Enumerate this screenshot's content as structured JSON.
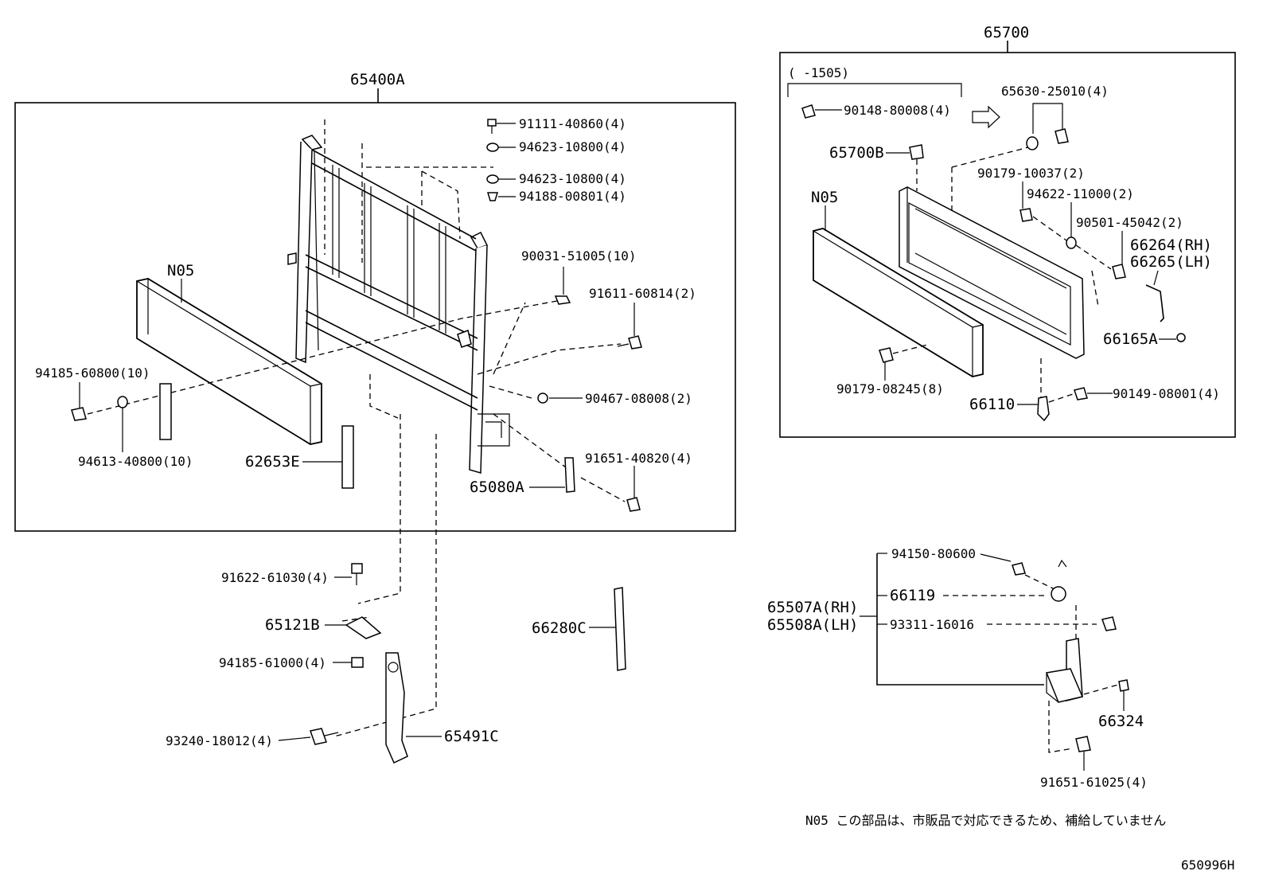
{
  "assemblies": {
    "frame": "65400A",
    "gate": "65700"
  },
  "frame_labels": {
    "p1": "91111-40860(4)",
    "p2": "94623-10800(4)",
    "p3": "94623-10800(4)",
    "p4": "94188-00801(4)",
    "p5": "90031-51005(10)",
    "p6": "91611-60814(2)",
    "n05": "N05",
    "p7": "94185-60800(10)",
    "p8": "94613-40800(10)",
    "p9": "62653E",
    "p10": "90467-08008(2)",
    "p11": "91651-40820(4)",
    "p12": "65080A"
  },
  "lower_labels": {
    "p1": "91622-61030(4)",
    "p2": "65121B",
    "p3": "94185-61000(4)",
    "p4": "93240-18012(4)",
    "p5": "65491C",
    "p6": "66280C"
  },
  "gate_labels": {
    "range": "(      -1505)",
    "p1": "90148-80008(4)",
    "p2": "65630-25010(4)",
    "p3": "65700B",
    "p4": "90179-10037(2)",
    "p5": "94622-11000(2)",
    "n05": "N05",
    "p6": "90501-45042(2)",
    "p7": "66264(RH)",
    "p8": "66265(LH)",
    "p9": "66165A",
    "p10": "90179-08245(8)",
    "p11": "66110",
    "p12": "90149-08001(4)"
  },
  "hinge_labels": {
    "p1": "94150-80600",
    "p2": "66119",
    "rh": "65507A(RH)",
    "lh": "65508A(LH)",
    "p3": "93311-16016",
    "p4": "66324",
    "p5": "91651-61025(4)"
  },
  "footnote": "N05  この部品は、市販品で対応できるため、補給していません",
  "figure_id": "650996H"
}
